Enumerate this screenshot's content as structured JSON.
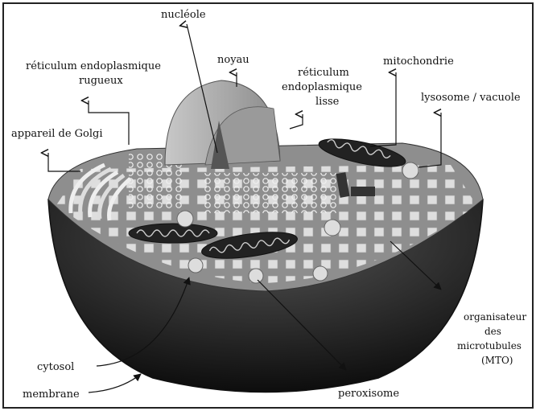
{
  "labels": {
    "nucleole": "nucléole",
    "rer_line1": "réticulum endoplasmique",
    "rer_line2": "rugueux",
    "noyau": "noyau",
    "rel_line1": "réticulum",
    "rel_line2": "endoplasmique",
    "rel_line3": "lisse",
    "mitochondrie": "mitochondrie",
    "lysosome": "lysosome / vacuole",
    "golgi": "appareil de Golgi",
    "mto_line1": "organisateur",
    "mto_line2": "des",
    "mto_line3": "microtubules",
    "mto_line4": "(MTO)",
    "cytosol": "cytosol",
    "membrane": "membrane",
    "peroxisome": "peroxisome"
  },
  "colors": {
    "border": "#222222",
    "shell_dark": "#1a1a1a",
    "cytoplasm": "#8e8e8e",
    "nucleus": "#b0b0b0",
    "organelle_light": "#e6e6e6"
  }
}
